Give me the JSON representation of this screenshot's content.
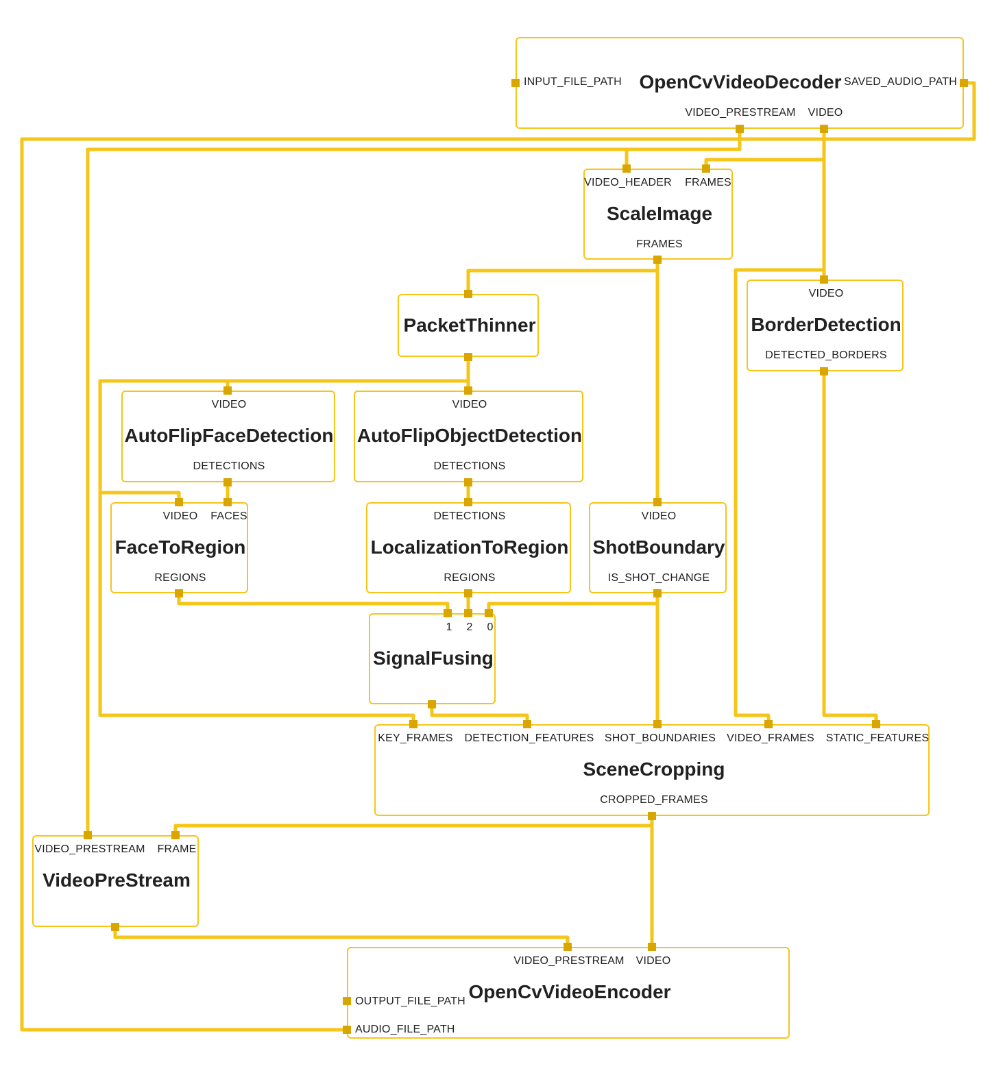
{
  "diagram": {
    "edge_color": "#f5c518",
    "port_color": "#d9a500",
    "nodes": [
      {
        "id": "decoder",
        "title": "OpenCvVideoDecoder",
        "ports": {
          "in_path": "INPUT_FILE_PATH",
          "out_audio": "SAVED_AUDIO_PATH",
          "out_prestream": "VIDEO_PRESTREAM",
          "out_video": "VIDEO"
        }
      },
      {
        "id": "scale",
        "title": "ScaleImage",
        "ports": {
          "in_header": "VIDEO_HEADER",
          "in_frames": "FRAMES",
          "out_frames": "FRAMES"
        }
      },
      {
        "id": "thinner",
        "title": "PacketThinner",
        "ports": {}
      },
      {
        "id": "border",
        "title": "BorderDetection",
        "ports": {
          "in_video": "VIDEO",
          "out_borders": "DETECTED_BORDERS"
        }
      },
      {
        "id": "face",
        "title": "AutoFlipFaceDetection",
        "ports": {
          "in_video": "VIDEO",
          "out_det": "DETECTIONS"
        }
      },
      {
        "id": "object",
        "title": "AutoFlipObjectDetection",
        "ports": {
          "in_video": "VIDEO",
          "out_det": "DETECTIONS"
        }
      },
      {
        "id": "f2r",
        "title": "FaceToRegion",
        "ports": {
          "in_video": "VIDEO",
          "in_faces": "FACES",
          "out_regions": "REGIONS"
        }
      },
      {
        "id": "l2r",
        "title": "LocalizationToRegion",
        "ports": {
          "in_det": "DETECTIONS",
          "out_regions": "REGIONS"
        }
      },
      {
        "id": "shot",
        "title": "ShotBoundary",
        "ports": {
          "in_video": "VIDEO",
          "out_change": "IS_SHOT_CHANGE"
        }
      },
      {
        "id": "fusing",
        "title": "SignalFusing",
        "ports": {
          "in_1": "1",
          "in_2": "2",
          "in_0": "0"
        }
      },
      {
        "id": "scene",
        "title": "SceneCropping",
        "ports": {
          "in_key": "KEY_FRAMES",
          "in_detfeat": "DETECTION_FEATURES",
          "in_shot": "SHOT_BOUNDARIES",
          "in_vframes": "VIDEO_FRAMES",
          "in_static": "STATIC_FEATURES",
          "out_cropped": "CROPPED_FRAMES"
        }
      },
      {
        "id": "prestream",
        "title": "VideoPreStream",
        "ports": {
          "in_prestream": "VIDEO_PRESTREAM",
          "in_frame": "FRAME"
        }
      },
      {
        "id": "encoder",
        "title": "OpenCvVideoEncoder",
        "ports": {
          "in_prestream": "VIDEO_PRESTREAM",
          "in_video": "VIDEO",
          "in_outpath": "OUTPUT_FILE_PATH",
          "in_audio": "AUDIO_FILE_PATH"
        }
      }
    ]
  }
}
